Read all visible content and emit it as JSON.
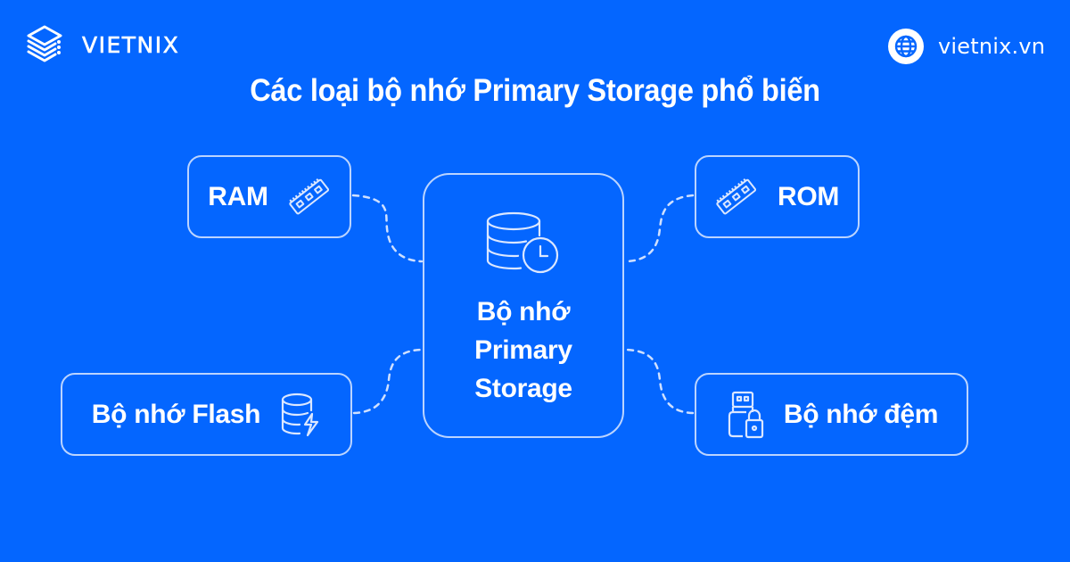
{
  "brand": {
    "logo_text": "VIETNIX",
    "logo_icon": "stacked-server-layers-icon",
    "website": "vietnix.vn",
    "website_icon": "globe-icon"
  },
  "colors": {
    "background": "#0466FF",
    "foreground": "#FFFFFF",
    "box_border": "#DCE8FF"
  },
  "title": "Các loại bộ nhớ Primary Storage phổ biến",
  "diagram": {
    "center": {
      "label_lines": [
        "Bộ nhớ",
        "Primary",
        "Storage"
      ],
      "icon": "database-clock-icon"
    },
    "nodes": [
      {
        "id": "ram",
        "label": "RAM",
        "icon": "ram-module-icon",
        "position": "top-left"
      },
      {
        "id": "rom",
        "label": "ROM",
        "icon": "ram-module-icon",
        "position": "top-right"
      },
      {
        "id": "flash",
        "label": "Bộ nhớ Flash",
        "icon": "database-lightning-icon",
        "position": "bottom-left"
      },
      {
        "id": "cache",
        "label": "Bộ nhớ đệm",
        "icon": "usb-lock-icon",
        "position": "bottom-right"
      }
    ],
    "edges": [
      {
        "from": "ram",
        "to": "center",
        "style": "dashed"
      },
      {
        "from": "rom",
        "to": "center",
        "style": "dashed"
      },
      {
        "from": "flash",
        "to": "center",
        "style": "dashed"
      },
      {
        "from": "cache",
        "to": "center",
        "style": "dashed"
      }
    ]
  }
}
